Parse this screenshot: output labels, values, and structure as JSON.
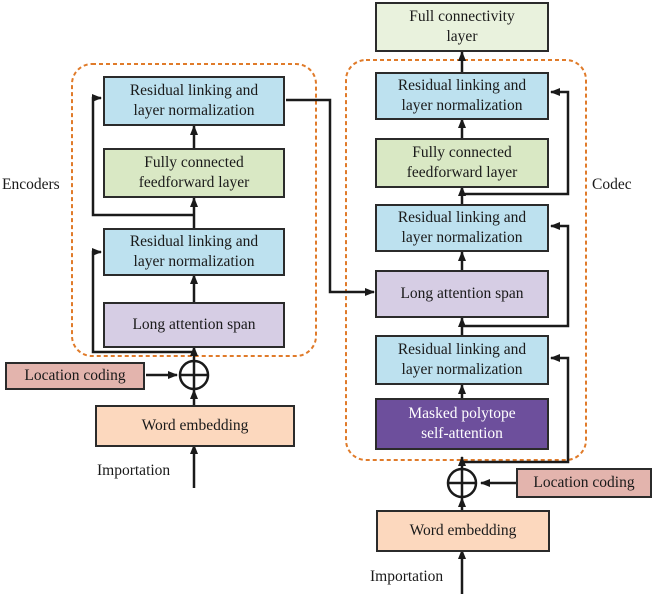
{
  "encoder": {
    "title": "Encoders",
    "residual_top": "Residual linking and\nlayer normalization",
    "feedforward": "Fully connected\nfeedforward layer",
    "residual_bottom": "Residual linking and\nlayer normalization",
    "attention": "Long attention span",
    "location_coding": "Location coding",
    "word_embedding": "Word embedding",
    "input_label": "Importation"
  },
  "decoder": {
    "title": "Codec",
    "output_layer": "Full connectivity\nlayer",
    "residual_top": "Residual linking and\nlayer normalization",
    "feedforward": "Fully connected\nfeedforward layer",
    "residual_mid": "Residual linking and\nlayer normalization",
    "attention": "Long attention span",
    "residual_bottom": "Residual linking and\nlayer normalization",
    "masked_attention": "Masked polytope\nself-attention",
    "location_coding": "Location coding",
    "word_embedding": "Word embedding",
    "input_label": "Importation"
  },
  "colors": {
    "residual": "#bde1ef",
    "feedforward": "#d9e8c4",
    "attention": "#d6cde4",
    "masked": "#6d4f9c",
    "embedding": "#fcd8be",
    "location": "#e3b4ad",
    "output": "#e9f2dd",
    "group_border": "#e07b2a"
  },
  "icons": {
    "add": "circle-plus-icon"
  }
}
